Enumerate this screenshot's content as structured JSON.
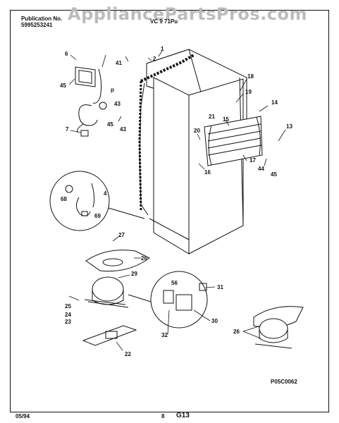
{
  "header": {
    "pub_label": "Publication No.",
    "pub_number": "5995253241",
    "model": "VC 9 71Pu",
    "watermark": "AppliancePartsPros.com"
  },
  "footer": {
    "date": "05/94",
    "page": "8",
    "section": "G13",
    "diagram_code": "P05C0062"
  },
  "callouts": [
    "1",
    "2",
    "4",
    "6",
    "7",
    "13",
    "14",
    "15",
    "16",
    "17",
    "18",
    "19",
    "20",
    "21",
    "22",
    "23",
    "24",
    "25",
    "26",
    "26",
    "27",
    "28",
    "29",
    "30",
    "31",
    "32",
    "41",
    "43",
    "43",
    "44",
    "45",
    "45",
    "45",
    "56",
    "68",
    "69",
    "p"
  ],
  "colors": {
    "ink": "#111111",
    "watermark": "#bcbcbc"
  }
}
